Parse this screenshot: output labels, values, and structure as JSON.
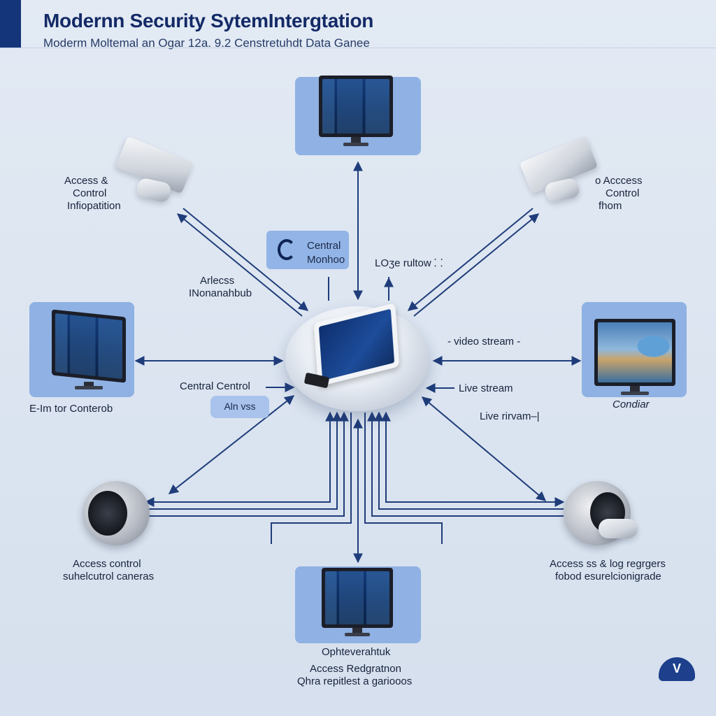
{
  "header": {
    "title": "Modernn Security SytemIntergtation",
    "subtitle": "Moderm Moltemal an Ogar 12a. 9.2 Censtretuhdt Data Ganee"
  },
  "hub": {
    "central_chip_line1": "Central",
    "central_chip_line2": "Monhoo",
    "small_chip_label": "Aln vss"
  },
  "labels": {
    "top_left_device": [
      "Access &",
      "Control",
      "Infiopatition"
    ],
    "top_right_device": [
      "o Acccess",
      "Control",
      "fhom"
    ],
    "arcess": [
      "Arlecss",
      "INonanahbub"
    ],
    "loge_rultow": "LOʒe rultow ⸬",
    "left_monitor": "E-Im tor Conterob",
    "central_centrol": "Central Centrol",
    "video_stream": "- video stream -",
    "live_stream": "Live stream",
    "live_rirvam": "Live rirvam–|",
    "right_monitor": "Condiar",
    "bottom_left_camera": [
      "Access control",
      "suhelcutrol caneras"
    ],
    "bottom_right_camera": [
      "Access ss & log regrgers",
      "fobod esurelcionigrade"
    ],
    "bottom_monitor_caption": "Ophteverahtuk",
    "bottom_access": [
      "Access Redgratnon",
      "Qhra repitlest a gariooos"
    ]
  },
  "logo": {
    "glyph": "V"
  },
  "colors": {
    "background": "#dbe4f0",
    "title": "#132a66",
    "arrow": "#1f3d7a",
    "panel": "#8fb1e3"
  }
}
